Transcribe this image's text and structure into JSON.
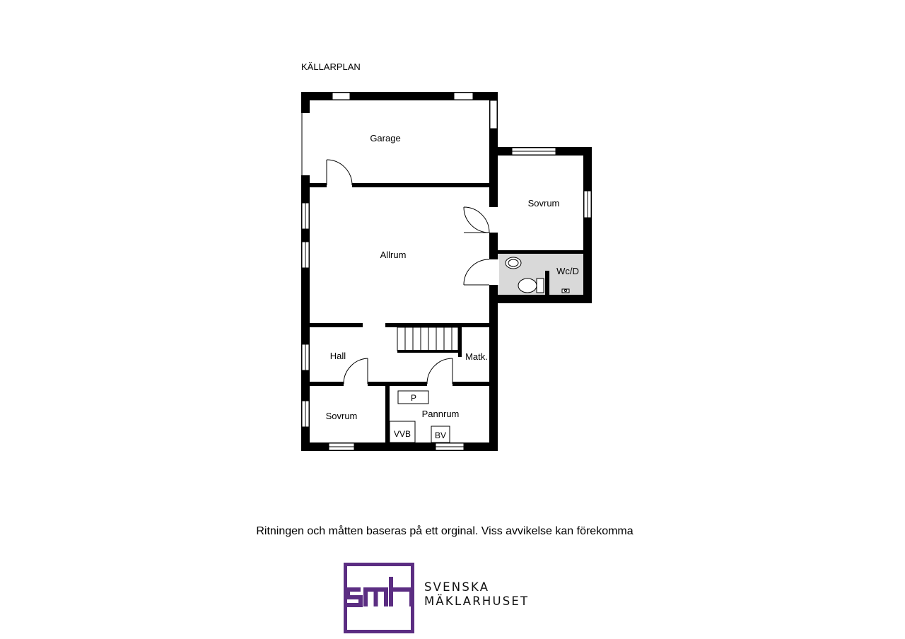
{
  "plan": {
    "title": "KÄLLARPLAN",
    "rooms": {
      "garage": "Garage",
      "sovrum_east": "Sovrum",
      "allrum": "Allrum",
      "wc": "Wc/D",
      "hall": "Hall",
      "matk": "Matk.",
      "sovrum_south": "Sovrum",
      "pannrum": "Pannrum"
    },
    "fixtures": {
      "p": "P",
      "vvb": "VVB",
      "bv": "BV"
    }
  },
  "disclaimer": "Ritningen och måtten baseras på ett orginal. Viss avvikelse kan förekomma",
  "brand": {
    "mark": "smh",
    "line1": "SVENSKA",
    "line2": "MÄKLARHUSET",
    "color": "#5b2d82"
  }
}
